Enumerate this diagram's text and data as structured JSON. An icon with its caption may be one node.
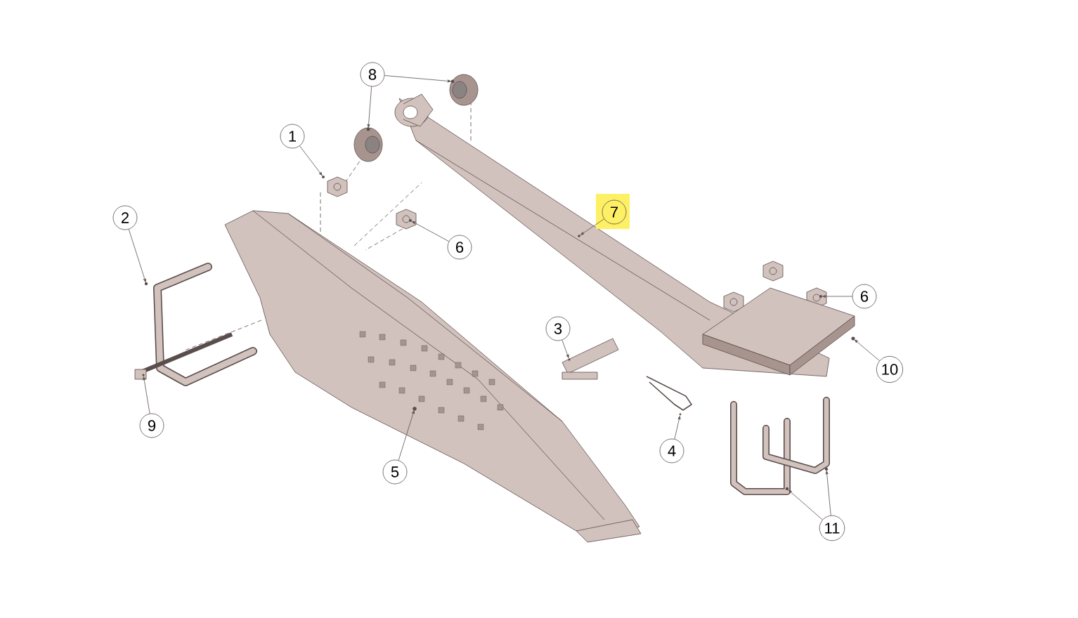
{
  "diagram": {
    "nodes": [
      {
        "text": [
          "1"
        ]
      },
      {
        "text": [
          "2"
        ]
      },
      {
        "text": [
          "8"
        ]
      },
      {
        "text": [
          "6"
        ]
      },
      {
        "text": [
          "3"
        ]
      },
      {
        "text": [
          "7"
        ]
      },
      {
        "text": [
          "6"
        ]
      },
      {
        "text": [
          "10"
        ]
      },
      {
        "text": [
          "4"
        ]
      },
      {
        "text": [
          "11"
        ]
      },
      {
        "text": [
          "5"
        ]
      },
      {
        "text": [
          "9"
        ]
      },
      {
        "text": [],
        "shape": "nut"
      },
      {
        "text": [],
        "shape": "u-bolt"
      },
      {
        "text": [],
        "shape": "bushing"
      },
      {
        "text": [],
        "shape": "bushing"
      },
      {
        "text": [],
        "shape": "nut"
      },
      {
        "text": [],
        "shape": "pin"
      },
      {
        "text": [],
        "shape": "spring"
      },
      {
        "text": [],
        "shape": "nut"
      },
      {
        "text": [],
        "shape": "plate"
      },
      {
        "text": [],
        "shape": "clip"
      },
      {
        "text": [],
        "shape": "u-bolt"
      },
      {
        "text": [],
        "shape": "u-bolt"
      },
      {
        "text": [],
        "shape": "shoe"
      },
      {
        "text": [],
        "shape": "bolt"
      }
    ],
    "edges": [
      {
        "from": 0,
        "to": 12,
        "arrow": "to"
      },
      {
        "from": 1,
        "to": 13,
        "arrow": "to"
      },
      {
        "from": 2,
        "to": 14,
        "arrow": "to"
      },
      {
        "from": 2,
        "to": 15,
        "arrow": "to"
      },
      {
        "from": 3,
        "to": 16,
        "arrow": "to"
      },
      {
        "from": 4,
        "to": 17,
        "arrow": "to"
      },
      {
        "from": 5,
        "to": 18,
        "arrow": "to"
      },
      {
        "from": 6,
        "to": 19,
        "arrow": "to"
      },
      {
        "from": 7,
        "to": 20,
        "arrow": "to"
      },
      {
        "from": 8,
        "to": 21,
        "arrow": "to"
      },
      {
        "from": 9,
        "to": 22,
        "arrow": "to"
      },
      {
        "from": 9,
        "to": 23,
        "arrow": "to"
      },
      {
        "from": 10,
        "to": 24,
        "arrow": "to"
      },
      {
        "from": 11,
        "to": 25,
        "arrow": "to"
      }
    ]
  }
}
